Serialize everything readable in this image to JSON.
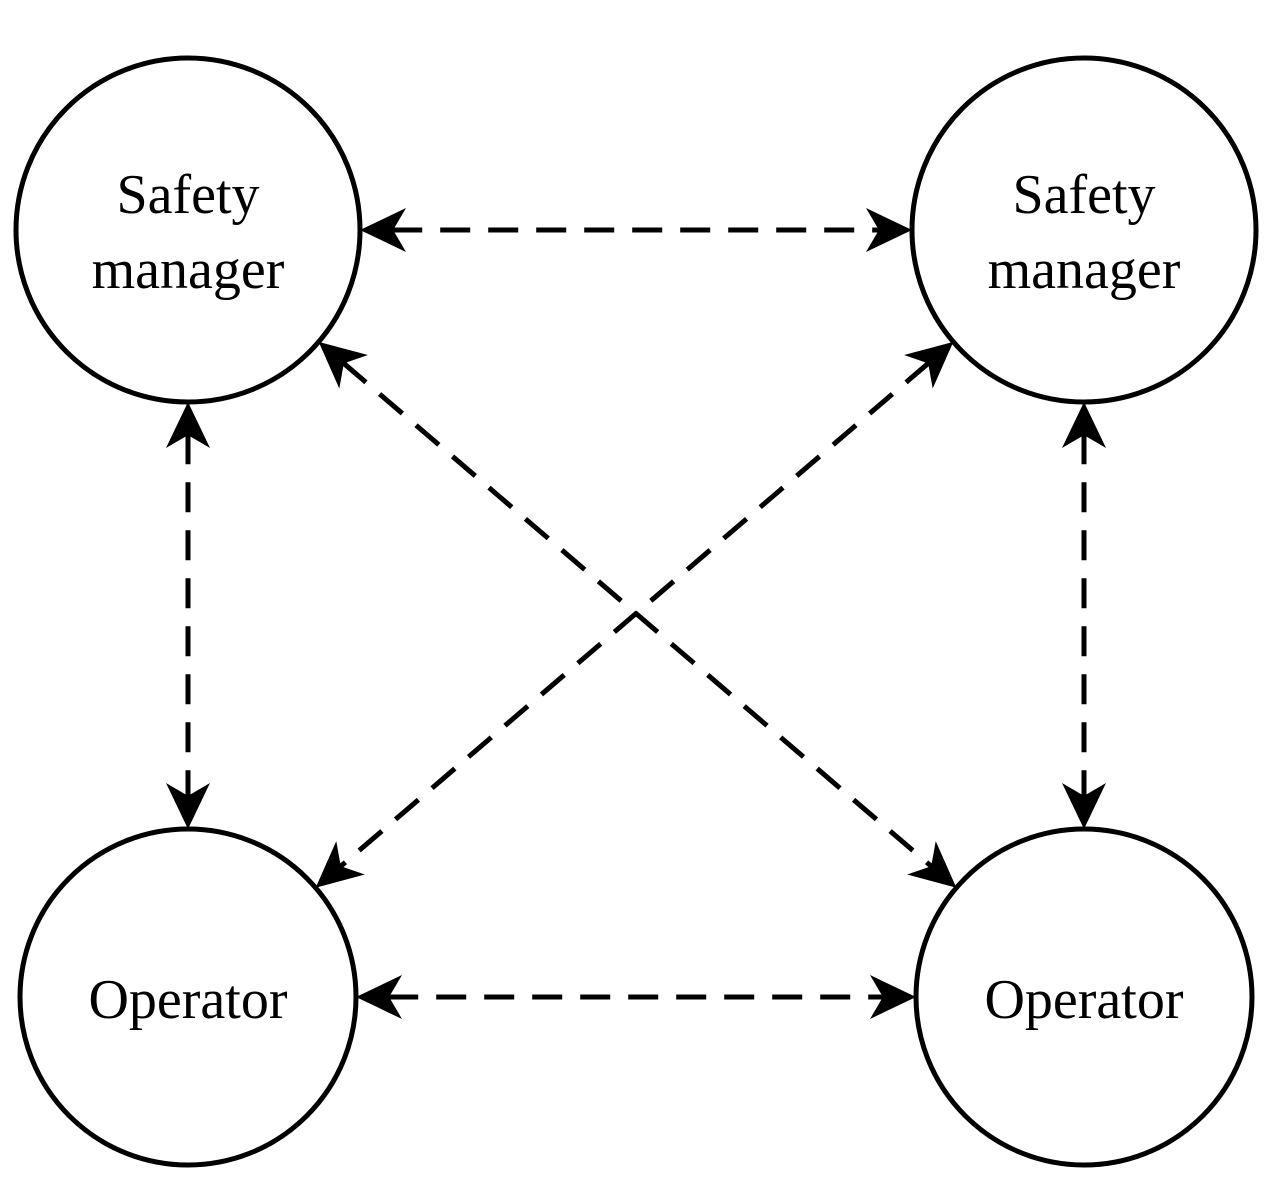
{
  "nodes": {
    "top_left": {
      "lines": [
        "Safety",
        "manager"
      ]
    },
    "top_right": {
      "lines": [
        "Safety",
        "manager"
      ]
    },
    "bottom_left": {
      "lines": [
        "Operator"
      ]
    },
    "bottom_right": {
      "lines": [
        "Operator"
      ]
    }
  },
  "edges": [
    {
      "from": "top_left",
      "to": "top_right",
      "style": "dashed",
      "direction": "both"
    },
    {
      "from": "bottom_left",
      "to": "bottom_right",
      "style": "dashed",
      "direction": "both"
    },
    {
      "from": "top_left",
      "to": "bottom_left",
      "style": "dashed",
      "direction": "both"
    },
    {
      "from": "top_right",
      "to": "bottom_right",
      "style": "dashed",
      "direction": "both"
    },
    {
      "from": "top_left",
      "to": "bottom_right",
      "style": "dashed",
      "direction": "both"
    },
    {
      "from": "top_right",
      "to": "bottom_left",
      "style": "dashed",
      "direction": "both"
    }
  ],
  "colors": {
    "stroke": "#000000",
    "background": "#ffffff"
  }
}
